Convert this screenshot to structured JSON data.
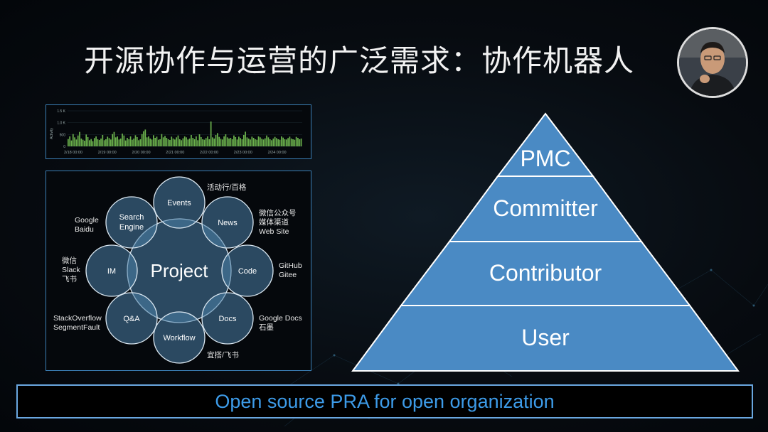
{
  "slide": {
    "title": "开源协作与运营的广泛需求：协作机器人",
    "footer": "Open source PRA for open organization"
  },
  "activity_chart": {
    "ylabel": "Activity",
    "y_ticks": [
      "1.5 K",
      "1.0 K",
      "500",
      "0"
    ],
    "x_ticks": [
      "2/18 00:00",
      "2/19 00:00",
      "2/20 00:00",
      "2/21 00:00",
      "2/22 00:00",
      "2/23 00:00",
      "2/24 00:00"
    ],
    "ylim": [
      0,
      1500
    ],
    "bar_color": "#6ab04c",
    "values": [
      310,
      420,
      250,
      520,
      380,
      290,
      460,
      610,
      330,
      280,
      240,
      500,
      390,
      260,
      310,
      220,
      350,
      420,
      300,
      270,
      330,
      480,
      260,
      300,
      410,
      350,
      290,
      520,
      610,
      380,
      420,
      290,
      330,
      540,
      460,
      250,
      360,
      300,
      420,
      280,
      330,
      470,
      390,
      260,
      300,
      520,
      640,
      710,
      380,
      420,
      330,
      290,
      470,
      360,
      410,
      280,
      300,
      520,
      380,
      440,
      360,
      300,
      270,
      410,
      330,
      290,
      380,
      460,
      300,
      260,
      340,
      420,
      380,
      290,
      330,
      480,
      360,
      300,
      420,
      260,
      510,
      390,
      300,
      280,
      350,
      420,
      300,
      1050,
      380,
      330,
      480,
      560,
      400,
      320,
      290,
      420,
      510,
      380,
      330,
      360,
      300,
      460,
      390,
      290,
      410,
      350,
      300,
      480,
      620,
      380,
      330,
      290,
      410,
      360,
      300,
      280,
      420,
      380,
      320,
      290,
      340,
      460,
      380,
      300,
      260,
      330,
      400,
      350,
      300,
      280,
      420,
      370,
      300,
      290,
      350,
      410,
      330,
      300,
      280,
      400,
      360,
      300,
      330
    ]
  },
  "circles": {
    "center": "Project",
    "nodes": [
      "Events",
      "News",
      "Code",
      "Docs",
      "Workflow",
      "Q&A",
      "IM",
      "Search Engine"
    ],
    "labels": {
      "events": "活动行/百格",
      "news": [
        "微信公众号",
        "媒体渠道",
        "Web Site"
      ],
      "code": [
        "GitHub",
        "Gitee"
      ],
      "docs": [
        "Google Docs",
        "石墨"
      ],
      "workflow": "宜搭/飞书",
      "qa": [
        "StackOverflow",
        "SegmentFault"
      ],
      "im": [
        "微信",
        "Slack",
        "飞书"
      ],
      "search": [
        "Google",
        "Baidu"
      ]
    },
    "fill": "#4a7fa8",
    "stroke": "#d9e6f0"
  },
  "pyramid": {
    "levels": [
      "PMC",
      "Committer",
      "Contributor",
      "User"
    ],
    "fill": "#4a8ac4",
    "stroke": "#ffffff"
  }
}
